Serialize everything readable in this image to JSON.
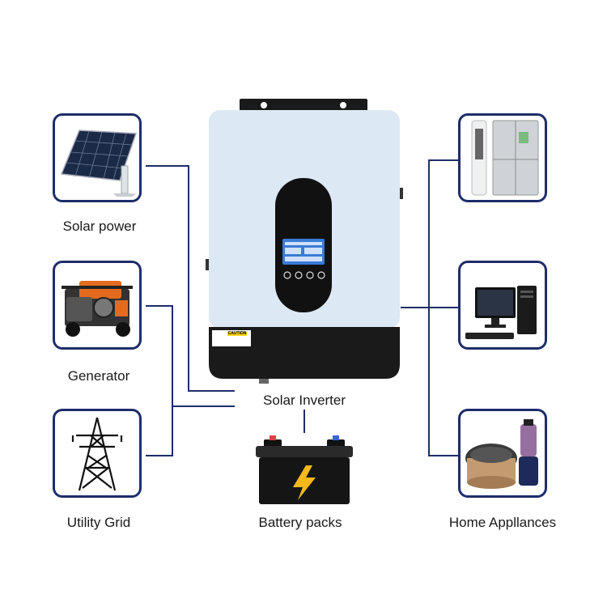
{
  "labels": {
    "solar": "Solar power",
    "generator": "Generator",
    "grid": "Utility Grid",
    "inverter": "Solar Inverter",
    "battery": "Battery packs",
    "appliances": "Home Appllances"
  },
  "inverter": {
    "caution": "CAUTION"
  },
  "colors": {
    "frame": "#1e2d6b",
    "inverter_body": "#dce8f3",
    "inverter_base": "#1a1a1a",
    "lcd": "#3a7bd5",
    "bolt": "#f7b81c"
  },
  "icons": [
    "solar-panel-icon",
    "generator-icon",
    "transmission-tower-icon",
    "refrigerator-icon",
    "computer-icon",
    "rice-cooker-icon",
    "battery-icon",
    "inverter-icon"
  ]
}
